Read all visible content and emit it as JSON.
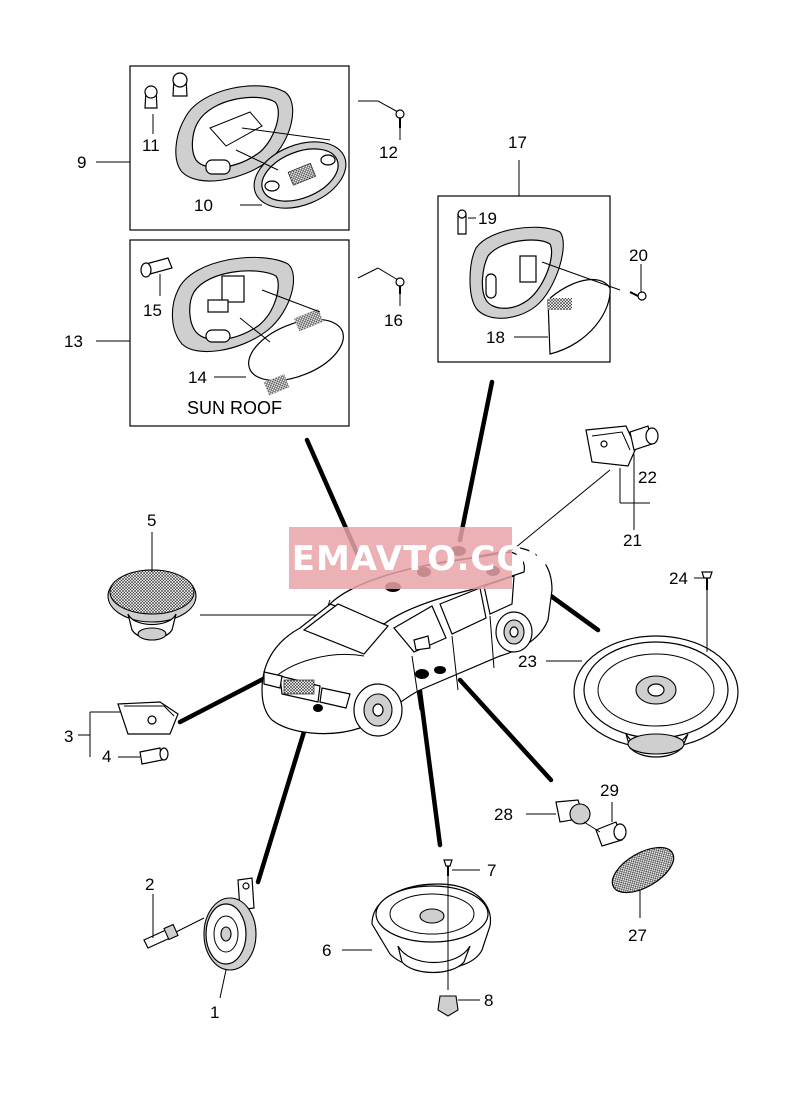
{
  "watermark": {
    "text": "VSEMAVTO.COM",
    "color": "#e8a3a8"
  },
  "labels": {
    "sunroof": "SUN ROOF"
  },
  "callouts": {
    "c1": "1",
    "c2": "2",
    "c3": "3",
    "c4": "4",
    "c5": "5",
    "c6": "6",
    "c7": "7",
    "c8": "8",
    "c9": "9",
    "c10": "10",
    "c11": "11",
    "c12": "12",
    "c13": "13",
    "c14": "14",
    "c15": "15",
    "c16": "16",
    "c17": "17",
    "c18": "18",
    "c19": "19",
    "c20": "20",
    "c21": "21",
    "c22": "22",
    "c23": "23",
    "c24": "24",
    "c27": "27",
    "c28": "28",
    "c29": "29"
  }
}
